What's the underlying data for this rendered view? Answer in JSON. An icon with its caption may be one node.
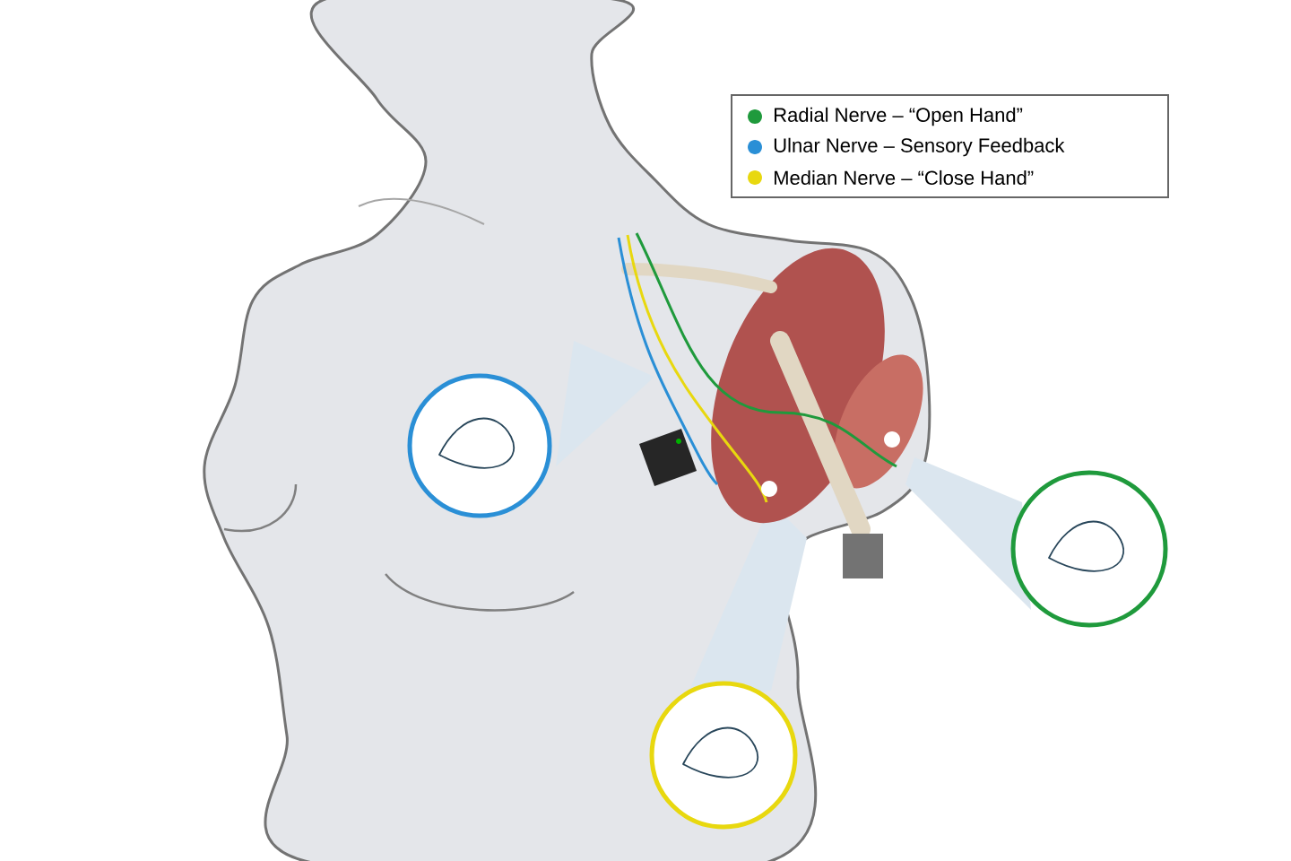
{
  "diagram": {
    "nodes": [
      {
        "text": [],
        "shape": "circle"
      },
      {
        "text": [],
        "shape": "circle"
      },
      {
        "text": [],
        "shape": "circle"
      }
    ],
    "legend": [
      {
        "text": "Radial Nerve – “Open Hand”",
        "color": "#1f9a3c"
      },
      {
        "text": "Ulnar Nerve – Sensory Feedback",
        "color": "#2a8fd6"
      },
      {
        "text": "Median Nerve – “Close Hand”",
        "color": "#e8d80f"
      }
    ]
  }
}
